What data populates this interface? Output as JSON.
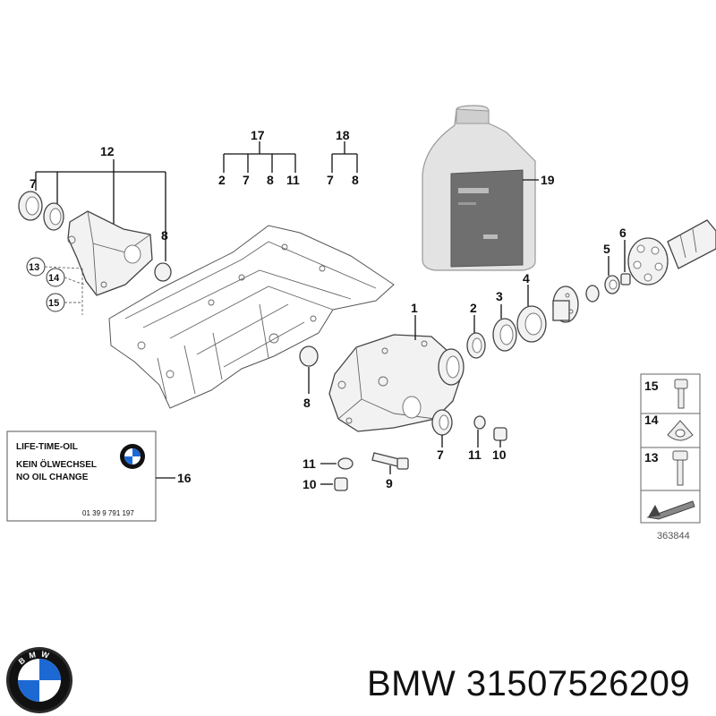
{
  "callouts": {
    "c1": "1",
    "c2": "2",
    "c3": "3",
    "c4": "4",
    "c5": "5",
    "c6": "6",
    "c7a": "7",
    "c7b": "7",
    "c8a": "8",
    "c8b": "8",
    "c9": "9",
    "c10a": "10",
    "c10b": "10",
    "c11a": "11",
    "c11b": "11",
    "c12": "12",
    "c13": "13",
    "c14": "14",
    "c15": "15",
    "c16": "16",
    "c17": "17",
    "c18": "18",
    "c19": "19"
  },
  "group17": [
    "2",
    "7",
    "8",
    "11"
  ],
  "group18": [
    "7",
    "8"
  ],
  "label": {
    "line1": "LIFE-TIME-OIL",
    "line2": "KEIN ÖLWECHSEL",
    "line3": "NO OIL CHANGE",
    "partno": "01 39 9 791 197"
  },
  "legend": {
    "r15": "15",
    "r14": "14",
    "r13": "13"
  },
  "diagram_id": "363844",
  "brand_line": "BMW 31507526209",
  "logo_letters": "BMW"
}
